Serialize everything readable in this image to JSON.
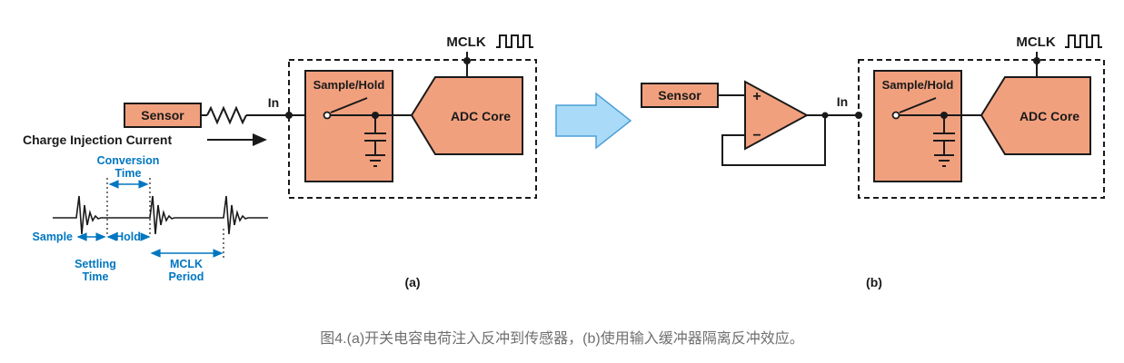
{
  "figure": {
    "caption": "图4.(a)开关电容电荷注入反冲到传感器，(b)使用输入缓冲器隔离反冲效应。"
  },
  "labels": {
    "sensor": "Sensor",
    "in": "In",
    "sample_hold": "Sample/Hold",
    "adc_core": "ADC Core",
    "mclk": "MCLK",
    "charge_injection": "Charge Injection Current",
    "opamp_plus": "+",
    "opamp_minus": "−",
    "sub_a": "(a)",
    "sub_b": "(b)"
  },
  "timing": {
    "conversion_line1": "Conversion",
    "conversion_line2": "Time",
    "sample": "Sample",
    "hold": "Hold",
    "settling_line1": "Settling",
    "settling_line2": "Time",
    "mclk_period_line1": "MCLK",
    "mclk_period_line2": "Period"
  },
  "colors": {
    "block_fill": "#F1A07E",
    "outline": "#1A1A1A",
    "timing_blue": "#0076C0",
    "transform_arrow_fill": "#A9DBF8",
    "transform_arrow_stroke": "#4D9FD8",
    "caption_gray": "#6F6F6F"
  }
}
